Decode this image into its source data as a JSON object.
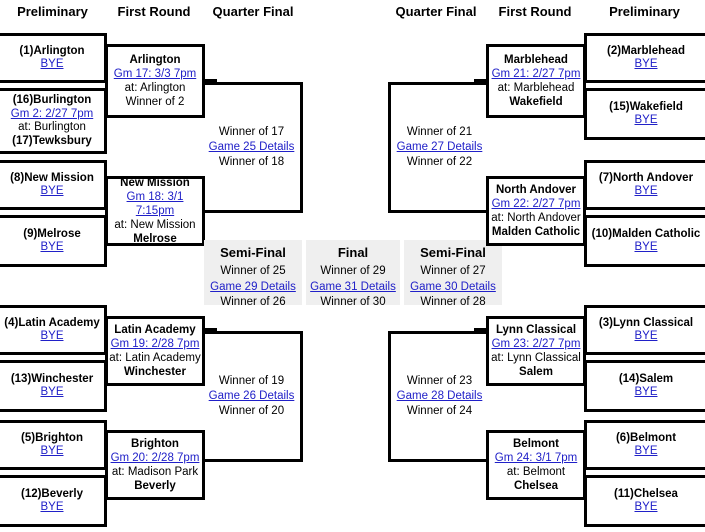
{
  "title": "MIAA Division 2 North Boys Basketball Tournament Bracket",
  "colors": {
    "link": "#2020c8",
    "line": "#000000",
    "panel_bg": "#efefef",
    "page_bg": "#ffffff"
  },
  "headers": {
    "left_preliminary": "Preliminary",
    "left_first_round": "First Round",
    "left_quarter_final": "Quarter Final",
    "right_quarter_final": "Quarter Final",
    "right_first_round": "First Round",
    "right_preliminary": "Preliminary"
  },
  "left_preliminary": [
    {
      "seed_team": "(1)Arlington",
      "line2": "BYE",
      "line2_link": true,
      "line3": "",
      "line4": ""
    },
    {
      "seed_team": "(16)Burlington",
      "line2": "Gm 2: 2/27 7pm",
      "line2_link": true,
      "line3": "at: Burlington",
      "line4": "(17)Tewksbury"
    },
    {
      "seed_team": "(8)New Mission",
      "line2": "BYE",
      "line2_link": true,
      "line3": "",
      "line4": ""
    },
    {
      "seed_team": "(9)Melrose",
      "line2": "BYE",
      "line2_link": true,
      "line3": "",
      "line4": ""
    },
    {
      "seed_team": "(4)Latin Academy",
      "line2": "BYE",
      "line2_link": true,
      "line3": "",
      "line4": ""
    },
    {
      "seed_team": "(13)Winchester",
      "line2": "BYE",
      "line2_link": true,
      "line3": "",
      "line4": ""
    },
    {
      "seed_team": "(5)Brighton",
      "line2": "BYE",
      "line2_link": true,
      "line3": "",
      "line4": ""
    },
    {
      "seed_team": "(12)Beverly",
      "line2": "BYE",
      "line2_link": true,
      "line3": "",
      "line4": ""
    }
  ],
  "right_preliminary": [
    {
      "seed_team": "(2)Marblehead",
      "line2": "BYE",
      "line2_link": true
    },
    {
      "seed_team": "(15)Wakefield",
      "line2": "BYE",
      "line2_link": true
    },
    {
      "seed_team": "(7)North Andover",
      "line2": "BYE",
      "line2_link": true
    },
    {
      "seed_team": "(10)Malden Catholic",
      "line2": "BYE",
      "line2_link": true
    },
    {
      "seed_team": "(3)Lynn Classical",
      "line2": "BYE",
      "line2_link": true
    },
    {
      "seed_team": "(14)Salem",
      "line2": "BYE",
      "line2_link": true
    },
    {
      "seed_team": "(6)Belmont",
      "line2": "BYE",
      "line2_link": true
    },
    {
      "seed_team": "(11)Chelsea",
      "line2": "BYE",
      "line2_link": true
    }
  ],
  "left_first_round": [
    {
      "top_team": "Arlington",
      "game": "Gm 17: 3/3 7pm",
      "site": "at: Arlington",
      "bottom_team": "Winner of 2"
    },
    {
      "top_team": "New Mission",
      "game": "Gm 18: 3/1 7:15pm",
      "site": "at: New Mission",
      "bottom_team": "Melrose"
    },
    {
      "top_team": "Latin Academy",
      "game": "Gm 19: 2/28 7pm",
      "site": "at: Latin Academy",
      "bottom_team": "Winchester"
    },
    {
      "top_team": "Brighton",
      "game": "Gm 20: 2/28 7pm",
      "site": "at: Madison Park",
      "bottom_team": "Beverly"
    }
  ],
  "right_first_round": [
    {
      "top_team": "Marblehead",
      "game": "Gm 21: 2/27 7pm",
      "site": "at: Marblehead",
      "bottom_team": "Wakefield"
    },
    {
      "top_team": "North Andover",
      "game": "Gm 22: 2/27 7pm",
      "site": "at: North Andover",
      "bottom_team": "Malden Catholic"
    },
    {
      "top_team": "Lynn Classical",
      "game": "Gm 23: 2/27 7pm",
      "site": "at: Lynn Classical",
      "bottom_team": "Salem"
    },
    {
      "top_team": "Belmont",
      "game": "Gm 24: 3/1 7pm",
      "site": "at: Belmont",
      "bottom_team": "Chelsea"
    }
  ],
  "left_quarter_final": [
    {
      "top_team": "Winner of 17",
      "game": "Game 25 Details",
      "bottom_team": "Winner of 18"
    },
    {
      "top_team": "Winner of 19",
      "game": "Game 26 Details",
      "bottom_team": "Winner of 20"
    }
  ],
  "right_quarter_final": [
    {
      "top_team": "Winner of 21",
      "game": "Game 27 Details",
      "bottom_team": "Winner of 22"
    },
    {
      "top_team": "Winner of 23",
      "game": "Game 28 Details",
      "bottom_team": "Winner of 24"
    }
  ],
  "center_panels": [
    {
      "title": "Semi-Final",
      "top_team": "Winner of 25",
      "game": "Game 29 Details",
      "bottom_team": "Winner of 26"
    },
    {
      "title": "Final",
      "top_team": "Winner of 29",
      "game": "Game 31 Details",
      "bottom_team": "Winner of 30"
    },
    {
      "title": "Semi-Final",
      "top_team": "Winner of 27",
      "game": "Game 30 Details",
      "bottom_team": "Winner of 28"
    }
  ]
}
